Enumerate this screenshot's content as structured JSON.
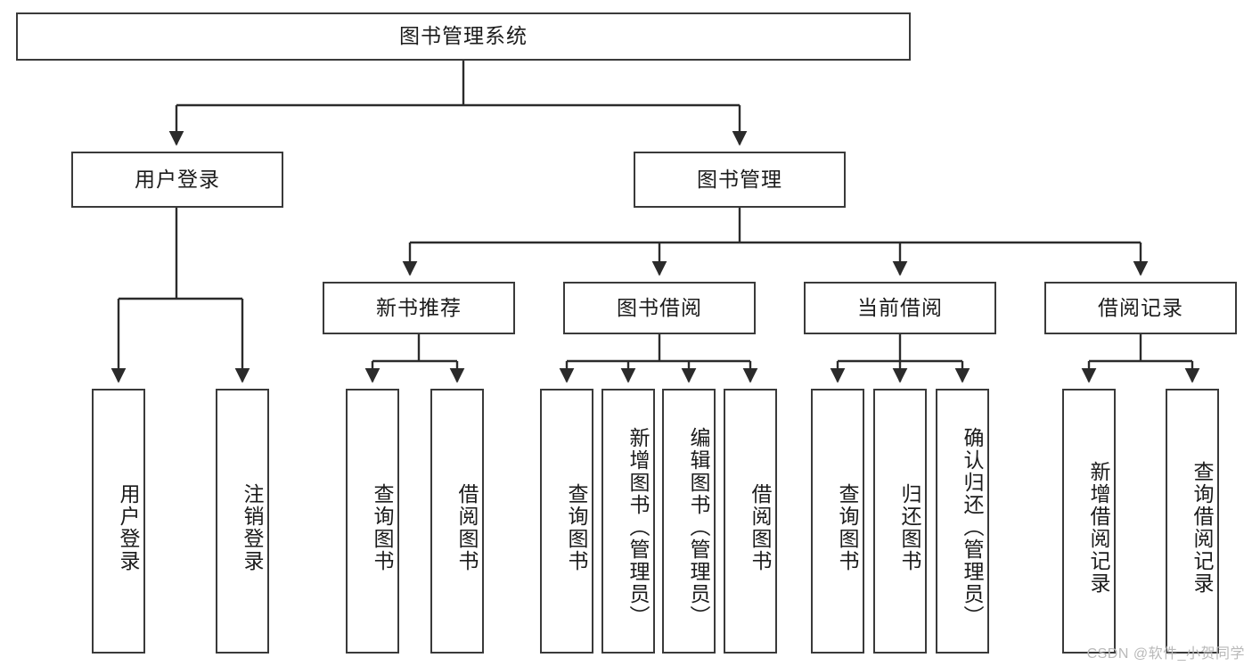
{
  "diagram": {
    "title": "图书管理系统",
    "type": "hierarchy-tree",
    "orientation": "top-down",
    "colors": {
      "box_border": "#3a3a3a",
      "box_fill": "#ffffff",
      "edge": "#2b2b2b",
      "text": "#1b1b1b",
      "watermark": "#b9b9b9",
      "background": "#ffffff"
    }
  },
  "root": {
    "label": "图书管理系统"
  },
  "level2": [
    {
      "label": "用户登录"
    },
    {
      "label": "图书管理"
    }
  ],
  "level3": [
    {
      "label": "新书推荐"
    },
    {
      "label": "图书借阅"
    },
    {
      "label": "当前借阅"
    },
    {
      "label": "借阅记录"
    }
  ],
  "leaves": {
    "user_login": [
      {
        "label": "用户登录"
      },
      {
        "label": "注销登录"
      }
    ],
    "new_book_recommend": [
      {
        "label": "查询图书"
      },
      {
        "label": "借阅图书"
      }
    ],
    "book_borrow": [
      {
        "label": "查询图书"
      },
      {
        "label": "新增图书（管理员）"
      },
      {
        "label": "编辑图书（管理员）"
      },
      {
        "label": "借阅图书"
      }
    ],
    "current_borrow": [
      {
        "label": "查询图书"
      },
      {
        "label": "归还图书"
      },
      {
        "label": "确认归还（管理员）"
      }
    ],
    "borrow_record": [
      {
        "label": "新增借阅记录"
      },
      {
        "label": "查询借阅记录"
      }
    ]
  },
  "watermark": {
    "text": "CSDN @软件_小贺同学"
  }
}
